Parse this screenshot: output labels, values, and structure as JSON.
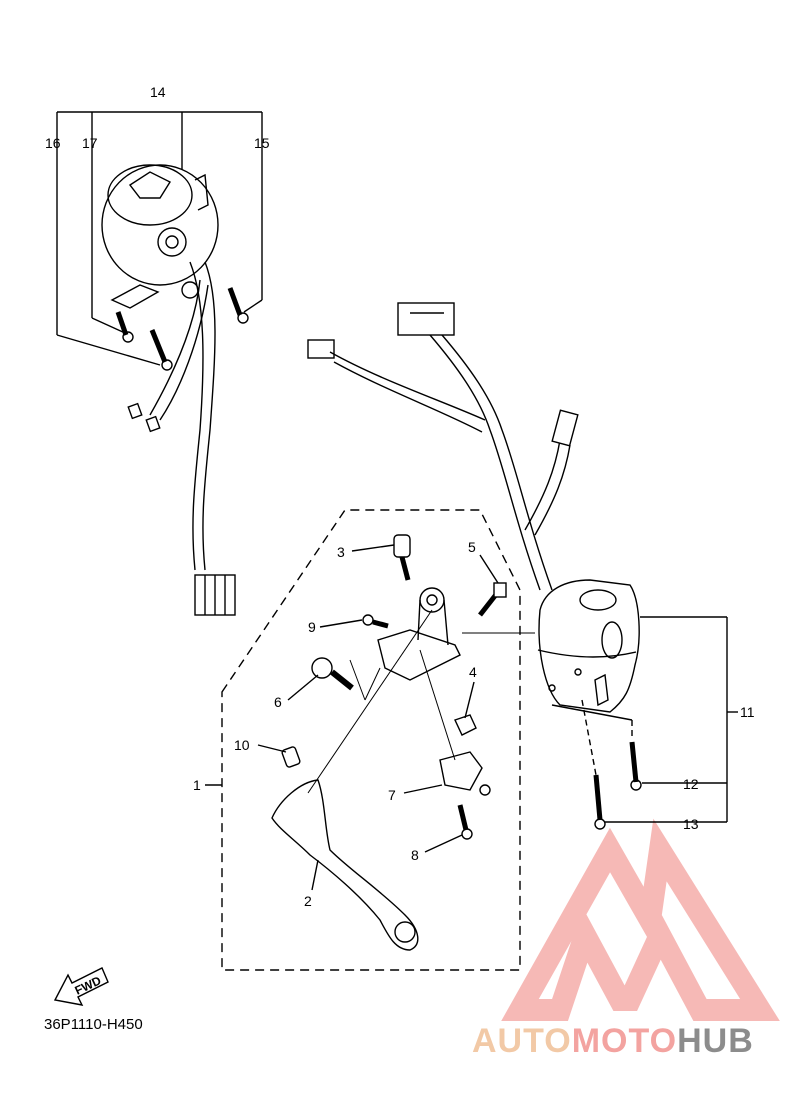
{
  "callouts": {
    "c1": "1",
    "c2": "2",
    "c3": "3",
    "c4": "4",
    "c5": "5",
    "c6": "6",
    "c7": "7",
    "c8": "8",
    "c9": "9",
    "c10": "10",
    "c11": "11",
    "c12": "12",
    "c13": "13",
    "c14": "14",
    "c15": "15",
    "c16": "16",
    "c17": "17"
  },
  "fwd_badge": "FWD",
  "diagram_code": "36P1110-H450",
  "watermark": {
    "part1": "AUTO",
    "part2": "MOTO",
    "part3": "HUB"
  },
  "colors": {
    "line": "#000000",
    "watermark_red": "#f08a86",
    "watermark_orange": "#f2c9a6",
    "watermark_gray": "#8c8c8c"
  }
}
